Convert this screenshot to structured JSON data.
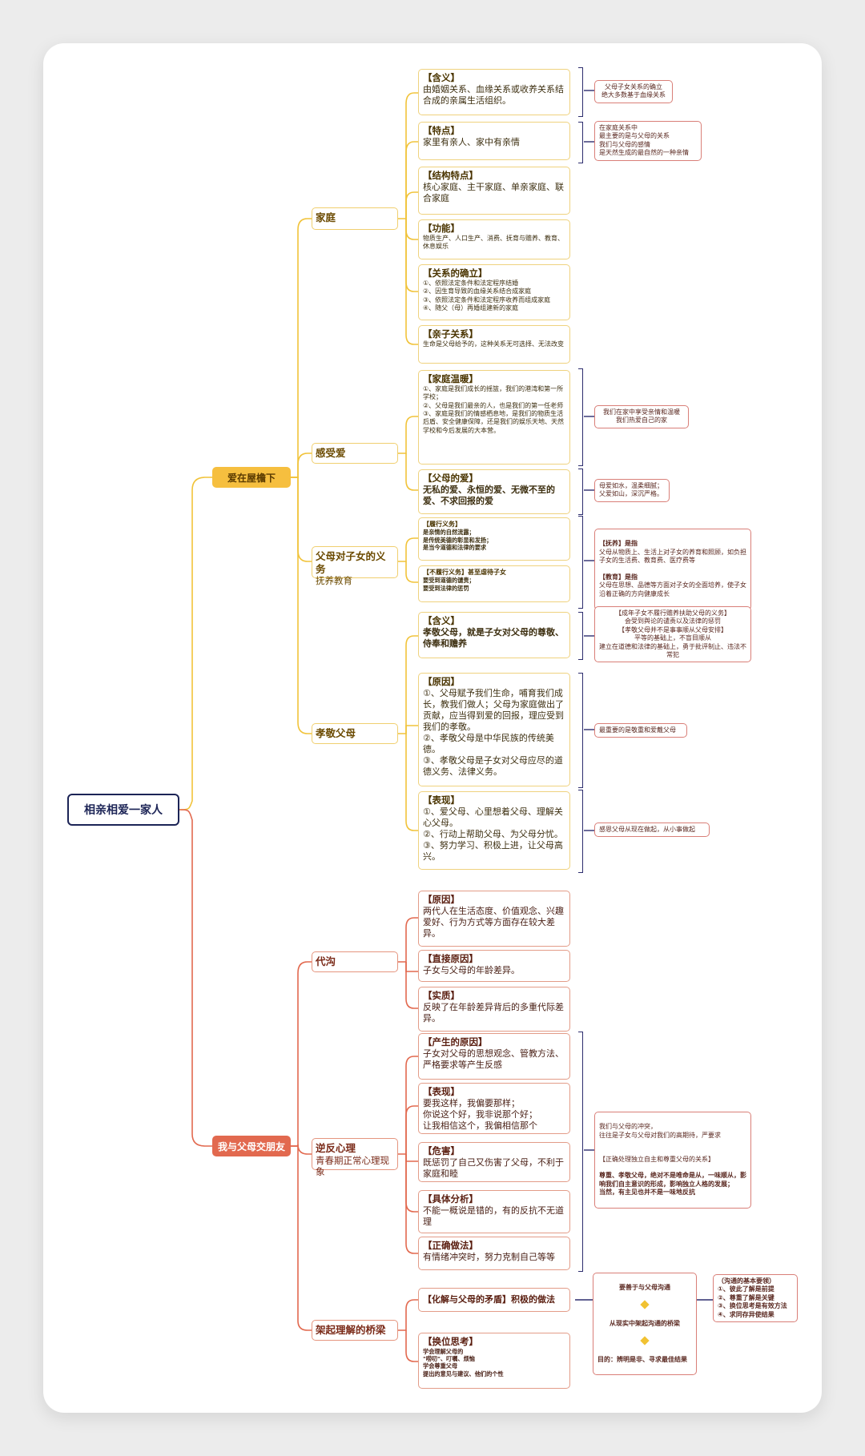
{
  "root": {
    "label": "相亲相爱一家人"
  },
  "branches": [
    {
      "label": "爱在屋檐下"
    },
    {
      "label": "我与父母交朋友"
    }
  ],
  "topics": {
    "jiating": {
      "label": "家庭"
    },
    "ganshouai": {
      "label": "感受爱"
    },
    "yiwu": {
      "label": "父母对子女的义务",
      "sub": "抚养教育"
    },
    "xiaojing": {
      "label": "孝敬父母"
    },
    "daigou": {
      "label": "代沟"
    },
    "nifan": {
      "label": "逆反心理",
      "sub": "青春期正常心理现象"
    },
    "qiaoliang": {
      "label": "架起理解的桥梁"
    }
  },
  "leaves": {
    "hanyi": {
      "title": "【含义】",
      "body": "由婚姻关系、血缘关系或收养关系结合成的亲属生活组织。"
    },
    "tedian": {
      "title": "【特点】",
      "body": "家里有亲人、家中有亲情"
    },
    "jiegou": {
      "title": "【结构特点】",
      "body": "核心家庭、主干家庭、单亲家庭、联合家庭"
    },
    "gongneng": {
      "title": "【功能】",
      "body": "物质生产、人口生产、消费、抚育与赡养、教育、休息娱乐"
    },
    "queli": {
      "title": "【关系的确立】",
      "body": "①、依照法定条件和法定程序结婚\n②、因生育导致的血缘关系结合成家庭\n③、依照法定条件和法定程序收养而组成家庭\n④、随父（母）再婚组建新的家庭"
    },
    "qinzi": {
      "title": "【亲子关系】",
      "body": "生命是父母给予的，这种关系无可选择、无法改变"
    },
    "wennuan": {
      "title": "【家庭温暖】",
      "body": "①、家庭是我们成长的摇篮，我们的港湾和第一所学校；\n②、父母是我们最亲的人，也是我们的第一任老师\n③、家庭是我们的情感栖息地，是我们的物质生活后盾、安全健康保障，还是我们的娱乐天地、天然学校和今后发展的大本营。"
    },
    "fumuai": {
      "title": "【父母的爱】",
      "body": "无私的爱、永恒的爱、无微不至的爱、不求回报的爱"
    },
    "lvxing": {
      "title": "【履行义务】",
      "body": "是亲情的自然流露；\n是传统美德的彰显和发扬；\n是当今道德和法律的要求"
    },
    "bulvxing": {
      "title": "【不履行义务】甚至虐待子女",
      "body": "要受到道德的谴责；\n要受到法律的惩罚"
    },
    "xj_hanyi": {
      "title": "【含义】",
      "body": "孝敬父母，就是子女对父母的尊敬、侍奉和赡养"
    },
    "xj_yuanyin": {
      "title": "【原因】",
      "body": "①、父母赋予我们生命，哺育我们成长，教我们做人；父母为家庭做出了贡献，应当得到爱的回报，理应受到我们的孝敬。\n②、孝敬父母是中华民族的传统美德。\n③、孝敬父母是子女对父母应尽的道德义务、法律义务。"
    },
    "xj_biaoxian": {
      "title": "【表现】",
      "body": "①、爱父母、心里想着父母、理解关心父母。\n②、行动上帮助父母、为父母分忧。\n③、努力学习、积极上进，让父母高兴。"
    },
    "dg_yuanyin": {
      "title": "【原因】",
      "body": "两代人在生活态度、价值观念、兴趣爱好、行为方式等方面存在较大差异。"
    },
    "dg_zhijie": {
      "title": "【直接原因】",
      "body": "子女与父母的年龄差异。"
    },
    "dg_shizhi": {
      "title": "【实质】",
      "body": "反映了在年龄差异背后的多重代际差异。"
    },
    "nf_chansheng": {
      "title": "【产生的原因】",
      "body": "子女对父母的思想观念、管教方法、严格要求等产生反感"
    },
    "nf_biaoxian": {
      "title": "【表现】",
      "body": "要我这样，我偏要那样；\n你说这个好，我非说那个好；\n让我相信这个，我偏相信那个"
    },
    "nf_weihai": {
      "title": "【危害】",
      "body": "既惩罚了自己又伤害了父母，不利于家庭和睦"
    },
    "nf_fenxi": {
      "title": "【具体分析】",
      "body": "不能一概说是错的，有的反抗不无道理"
    },
    "nf_zuofa": {
      "title": "【正确做法】",
      "body": "有情绪冲突时，努力克制自己等等"
    },
    "ql_huajie": {
      "title": "【化解与父母的矛盾】积极的做法",
      "body": ""
    },
    "ql_huanwei": {
      "title": "【换位思考】",
      "body": "学会理解父母的\n\"唠叨\"、叮嘱、烦恼\n学会尊重父母\n提出的意见与建议、他们的个性"
    }
  },
  "notes": {
    "n1": "父母子女关系的确立\n绝大多数基于血缘关系",
    "n2": "在家庭关系中\n最主要的是与父母的关系\n我们与父母的感情\n是天然生成的最自然的一种亲情",
    "n3": "我们在家中享受亲情和温暖\n我们热爱自己的家",
    "n4": "母爱如水，温柔细腻；\n父爱如山，深沉严格。",
    "n5a": "【抚养】是指",
    "n5b": "父母从物质上、生活上对子女的养育和照顾，如负担子女的生活费、教育费、医疗费等",
    "n5c": "【教育】是指",
    "n5d": "父母在思想、品德等方面对子女的全面培养，使子女沿着正确的方向健康成长",
    "n6": "【成年子女不履行赡养扶助父母的义务】\n会受到舆论的谴责以及法律的惩罚\n【孝敬父母并不是事事顺从父母安排】\n平等的基础上，不盲目顺从\n建立在道德和法律的基础上，勇于批评制止、违法不常犯",
    "n7": "最重要的是敬重和爱戴父母",
    "n8": "感恩父母从现在做起，从小事做起",
    "n9a": "我们与父母的冲突，\n往往是子女与父母对我们的高期待，严要求",
    "n9b": "【正确处理独立自主和尊重父母的关系】",
    "n9c": "尊重、孝敬父母，绝对不是唯命是从，一味顺从，影响我们自主意识的形成，影响独立人格的发展；\n当然，有主见也并不是一味地反抗",
    "n10a": "要善于与父母沟通",
    "n10b": "从现实中架起沟通的桥梁",
    "n10c": "目的：辨明是非、寻求最佳结果",
    "n11": "（沟通的基本要领）\n①、彼此了解是前提\n②、尊重了解是关键\n③、换位思考是有效方法\n④、求同存异使结果"
  }
}
